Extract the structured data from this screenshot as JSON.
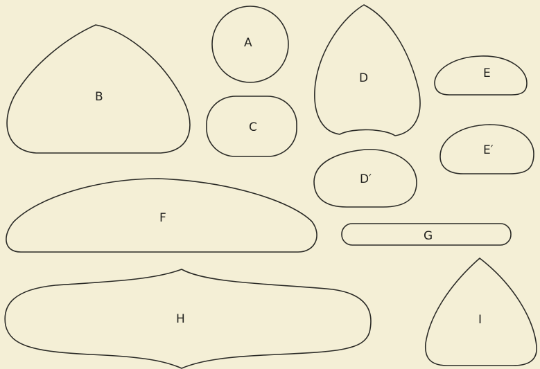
{
  "figure": {
    "background": "#f4efd6",
    "stroke_color": "#2a2a26",
    "shapes": [
      {
        "id": "a",
        "label": "A"
      },
      {
        "id": "b",
        "label": "B"
      },
      {
        "id": "c",
        "label": "C"
      },
      {
        "id": "d",
        "label": "D"
      },
      {
        "id": "d-prime",
        "label": "D′"
      },
      {
        "id": "e",
        "label": "E"
      },
      {
        "id": "e-prime",
        "label": "E′"
      },
      {
        "id": "f",
        "label": "F"
      },
      {
        "id": "g",
        "label": "G"
      },
      {
        "id": "h",
        "label": "H"
      },
      {
        "id": "i",
        "label": "I"
      }
    ]
  }
}
